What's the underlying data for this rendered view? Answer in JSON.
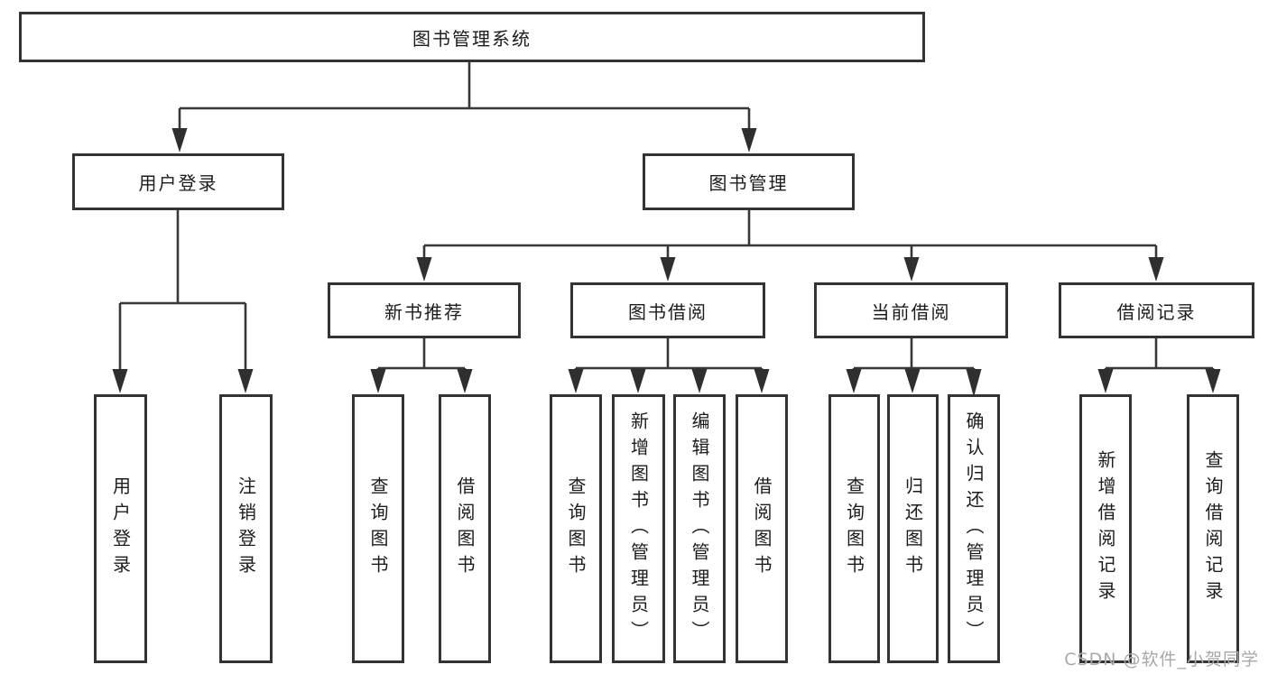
{
  "tree": {
    "label": "图书管理系统",
    "children": [
      {
        "label": "用户登录",
        "children": [
          {
            "label": "用户登录"
          },
          {
            "label": "注销登录"
          }
        ]
      },
      {
        "label": "图书管理",
        "children": [
          {
            "label": "新书推荐",
            "children": [
              {
                "label": "查询图书"
              },
              {
                "label": "借阅图书"
              }
            ]
          },
          {
            "label": "图书借阅",
            "children": [
              {
                "label": "查询图书"
              },
              {
                "label": "新增图书（管理员）"
              },
              {
                "label": "编辑图书（管理员）"
              },
              {
                "label": "借阅图书"
              }
            ]
          },
          {
            "label": "当前借阅",
            "children": [
              {
                "label": "查询图书"
              },
              {
                "label": "归还图书"
              },
              {
                "label": "确认归还（管理员）"
              }
            ]
          },
          {
            "label": "借阅记录",
            "children": [
              {
                "label": "新增借阅记录"
              },
              {
                "label": "查询借阅记录"
              }
            ]
          }
        ]
      }
    ]
  },
  "watermark": "CSDN @软件_小贺同学",
  "colors": {
    "line": "#333333",
    "text": "#1c1c1c",
    "watermark": "#a8a8a8",
    "background": "#ffffff"
  }
}
